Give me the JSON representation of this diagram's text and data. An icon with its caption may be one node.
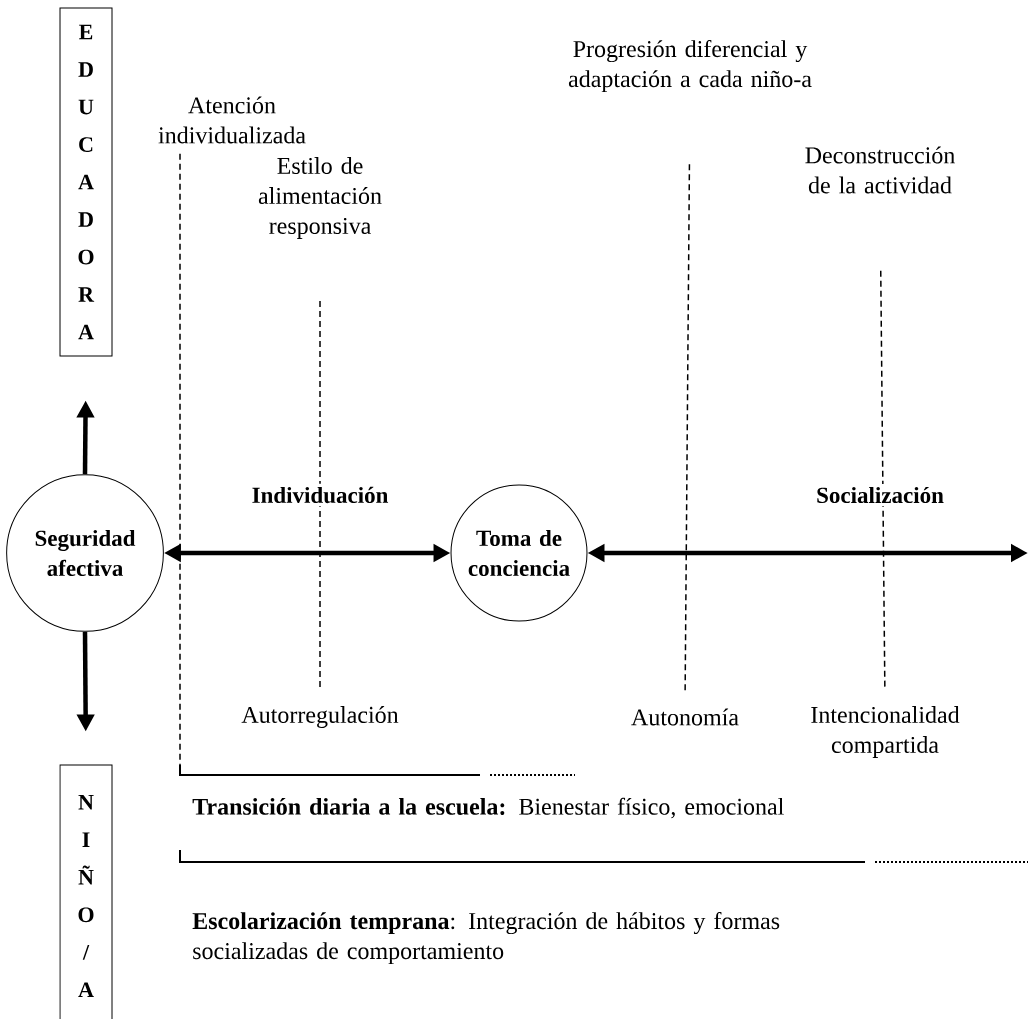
{
  "diagram": {
    "nodes": [
      {
        "text": [
          "E D U C A D O R A"
        ]
      },
      {
        "text": [
          "Seguridad afectiva"
        ]
      },
      {
        "text": [
          "Toma de conciencia"
        ]
      },
      {
        "text": [
          "N I Ñ O / A"
        ]
      },
      {
        "text": [
          "Atención individualizada"
        ]
      },
      {
        "text": [
          "Estilo de alimentación responsiva"
        ]
      },
      {
        "text": [
          "Progresión diferencial y adaptación a cada niño-a"
        ]
      },
      {
        "text": [
          "Deconstrucción de la actividad"
        ]
      },
      {
        "text": [
          "Autorregulación"
        ]
      },
      {
        "text": [
          "Autonomía"
        ]
      },
      {
        "text": [
          "Intencionalidad compartida"
        ]
      }
    ],
    "edges": [
      {
        "from": 1,
        "to": 0,
        "arrow": "to",
        "style": "thick"
      },
      {
        "from": 1,
        "to": 3,
        "arrow": "to",
        "style": "thick"
      },
      {
        "from": 1,
        "to": 2,
        "arrow": "both",
        "style": "thick"
      },
      {
        "from": 2,
        "to": null,
        "arrow": "both",
        "style": "thick"
      },
      {
        "from": 4,
        "to": null,
        "arrow": "none",
        "style": "dashed"
      },
      {
        "from": 5,
        "to": 8,
        "arrow": "none",
        "style": "dashed"
      },
      {
        "from": 6,
        "to": 9,
        "arrow": "none",
        "style": "dashed"
      },
      {
        "from": 7,
        "to": 10,
        "arrow": "none",
        "style": "dashed"
      }
    ],
    "labels": [
      "Individuación",
      "Socialización",
      "**Transición diaria a la escuela:** Bienestar físico, emocional",
      "**Escolarización temprana**: Integración de hábitos y formas socializadas de comportamiento"
    ]
  }
}
